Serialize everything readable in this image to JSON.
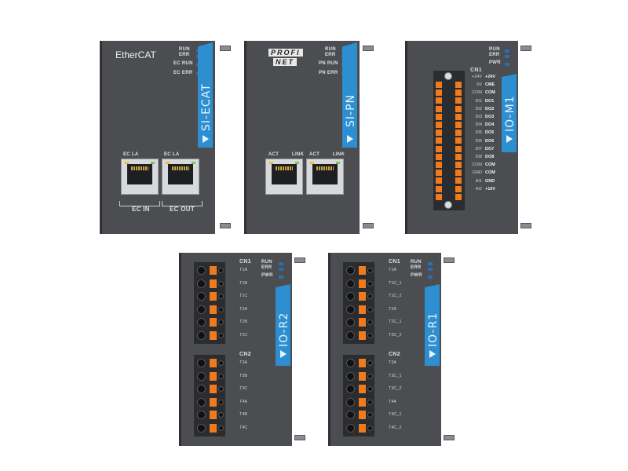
{
  "modules": {
    "ecat": {
      "brand": "EtherCAT",
      "model": "SI-ECAT",
      "leds": [
        "RUN",
        "ERR",
        "EC RUN",
        "EC ERR"
      ],
      "port_labels": [
        "EC LA",
        "EC LA"
      ],
      "bottom": [
        "EC IN",
        "EC OUT"
      ]
    },
    "pn": {
      "brand_top": "PROFI",
      "brand_bottom": "NET",
      "model": "SI-PN",
      "leds": [
        "RUN",
        "ERR",
        "PN RUN",
        "PN ERR"
      ],
      "port_labels": [
        "ACT",
        "LINK",
        "ACT",
        "LINK"
      ]
    },
    "m1": {
      "model": "IO-M1",
      "leds": [
        "RUN",
        "ERR",
        "PWR"
      ],
      "connector": "CN1",
      "left_pins": [
        "+24V",
        "0V",
        "COM",
        "DI1",
        "DI2",
        "DI3",
        "DI4",
        "DI5",
        "DI6",
        "DI7",
        "DI8",
        "COM",
        "GND",
        "AI1",
        "AI2"
      ],
      "right_pins": [
        "+24V",
        "CME",
        "COM",
        "DO1",
        "DO2",
        "DO3",
        "DO4",
        "DO5",
        "DO6",
        "DO7",
        "DO8",
        "COM",
        "COM",
        "GND",
        "+10V"
      ]
    },
    "r2": {
      "model": "IO-R2",
      "leds": [
        "RUN",
        "ERR",
        "PWR"
      ],
      "cn1": "CN1",
      "cn2": "CN2",
      "cn1_pins": [
        "T1A",
        "T1B",
        "T1C",
        "T2A",
        "T2B",
        "T2C"
      ],
      "cn2_pins": [
        "T3A",
        "T3B",
        "T3C",
        "T4A",
        "T4B",
        "T4C"
      ]
    },
    "r1": {
      "model": "IO-R1",
      "leds": [
        "RUN",
        "ERR",
        "PWR"
      ],
      "cn1": "CN1",
      "cn2": "CN2",
      "cn1_pins": [
        "T1A",
        "T1C_1",
        "T1C_2",
        "T2A",
        "T2C_1",
        "T2C_2"
      ],
      "cn2_pins": [
        "T3A",
        "T3C_1",
        "T3C_2",
        "T4A",
        "T4C_1",
        "T4C_2"
      ]
    }
  }
}
